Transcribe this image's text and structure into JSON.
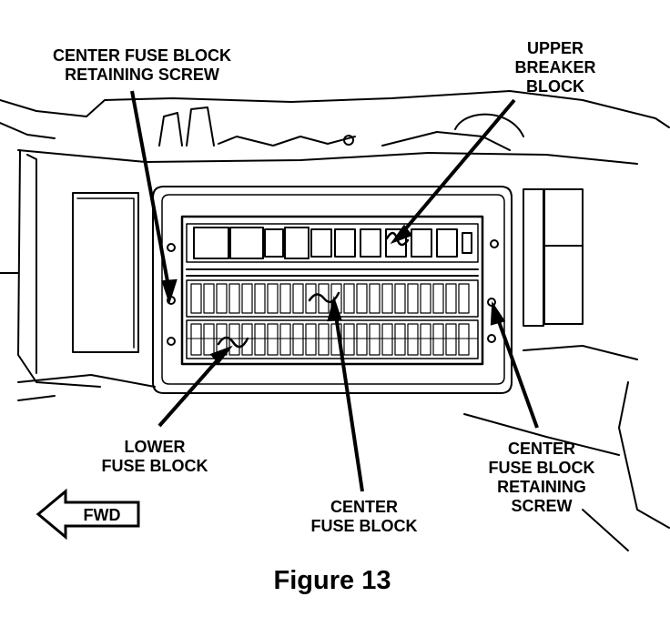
{
  "labels": {
    "top_left_screw": [
      "CENTER FUSE BLOCK",
      "RETAINING SCREW"
    ],
    "upper_breaker": [
      "UPPER",
      "BREAKER",
      "BLOCK"
    ],
    "lower_fuse": [
      "LOWER",
      "FUSE BLOCK"
    ],
    "center_fuse": [
      "CENTER",
      "FUSE BLOCK"
    ],
    "right_screw": [
      "CENTER",
      "FUSE BLOCK",
      "RETAINING",
      "SCREW"
    ],
    "fwd": "FWD"
  },
  "caption": "Figure 13",
  "icons": {
    "fwd_arrow": "fwd-arrow-icon",
    "screw": "screw-icon",
    "fuse_panel": "fuse-panel-drawing"
  }
}
